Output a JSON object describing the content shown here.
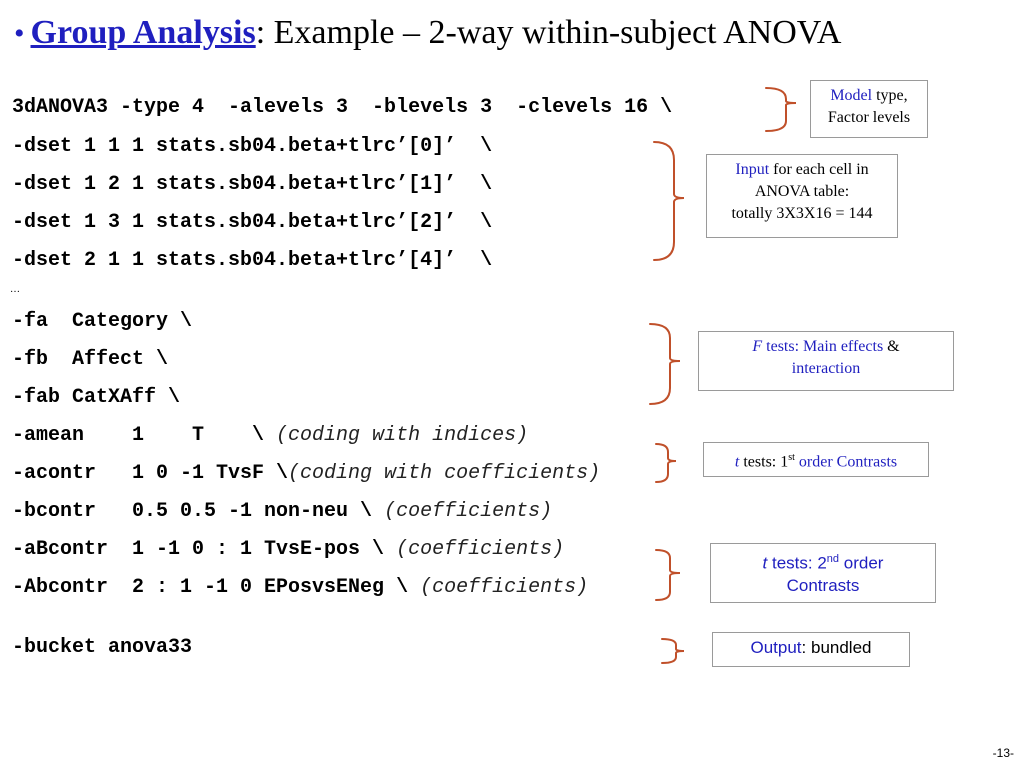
{
  "title": {
    "bullet": "•",
    "heading": "Group Analysis",
    "rest": ": Example – 2-way within-subject ANOVA"
  },
  "code": {
    "line1": "3dANOVA3 -type 4  -alevels 3  -blevels 3  -clevels 16 \\",
    "line2": "-dset 1 1 1 stats.sb04.beta+tlrc’[0]’  \\",
    "line3": "-dset 1 2 1 stats.sb04.beta+tlrc’[1]’  \\",
    "line4": "-dset 1 3 1 stats.sb04.beta+tlrc’[2]’  \\",
    "line5": "-dset 2 1 1 stats.sb04.beta+tlrc’[4]’  \\",
    "ellipsis": "…",
    "line6": "-fa  Category \\",
    "line7": "-fb  Affect \\",
    "line8": "-fab CatXAff \\",
    "line9": "-amean    1    T    \\ ",
    "line9_comment": "(coding with indices)",
    "line10": "-acontr   1 0 -1 TvsF \\",
    "line10_comment": "(coding with coefficients)",
    "line11": "-bcontr   0.5 0.5 -1 non-neu \\ ",
    "line11_comment": "(coefficients)",
    "line12": "-aBcontr  1 -1 0 : 1 TvsE-pos \\ ",
    "line12_comment": "(coefficients)",
    "line13": "-Abcontr  2 : 1 -1 0 EPosvsENeg \\ ",
    "line13_comment": "(coefficients)",
    "line14": "-bucket anova33"
  },
  "notes": {
    "model": {
      "blue": "Model",
      "rest": " type,",
      "line2": "Factor levels"
    },
    "input": {
      "blue": "Input",
      "rest": " for each cell in",
      "line2": "ANOVA table:",
      "line3": "totally 3X3X16 = 144"
    },
    "ftests": {
      "italic": "F",
      "blue": " tests: Main effects",
      "amp": " &",
      "line2": "interaction"
    },
    "ttests1": {
      "italic": "t",
      "text": " tests: 1",
      "sup": "st",
      "blue": " order Contrasts"
    },
    "ttests2": {
      "italic": "t",
      "text": " tests: 2",
      "sup": "nd",
      "rest": " order",
      "line2": "Contrasts"
    },
    "output": {
      "blue": "Output",
      "rest": ": bundled"
    }
  },
  "colors": {
    "accent": "#1f1fbf",
    "brace": "#c0502a"
  },
  "page_number": "-13-"
}
